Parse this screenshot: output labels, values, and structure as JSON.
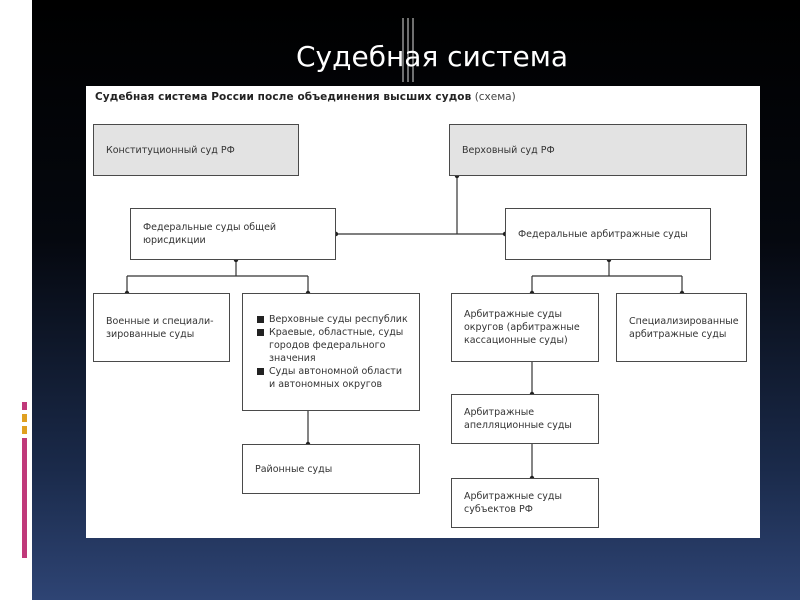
{
  "slide": {
    "title": "Судебная система"
  },
  "diagram": {
    "heading": "Судебная система России после объединения высших судов",
    "heading_suffix": "(схема)",
    "nodes": {
      "constitutional": "Конституционный суд РФ",
      "supreme": "Верховный суд РФ",
      "general_jurisdiction": "Федеральные суды общей юрисдикции",
      "arbitration": "Федеральные арбитражные суды",
      "military": "Военные и специали- зированные суды",
      "regional_items": [
        "Верховные суды республик",
        "Краевые, областные, суды городов федерального значения",
        "Суды автономной области и автономных округов"
      ],
      "district": "Районные суды",
      "arbitration_districts": "Арбитражные суды округов (арбитражные кассационные суды)",
      "specialized_arbitration": "Специализированные арбитражные суды",
      "appeal_arbitration": "Арбитражные апелляционные суды",
      "subject_arbitration": "Арбитражные суды субъектов РФ"
    }
  }
}
